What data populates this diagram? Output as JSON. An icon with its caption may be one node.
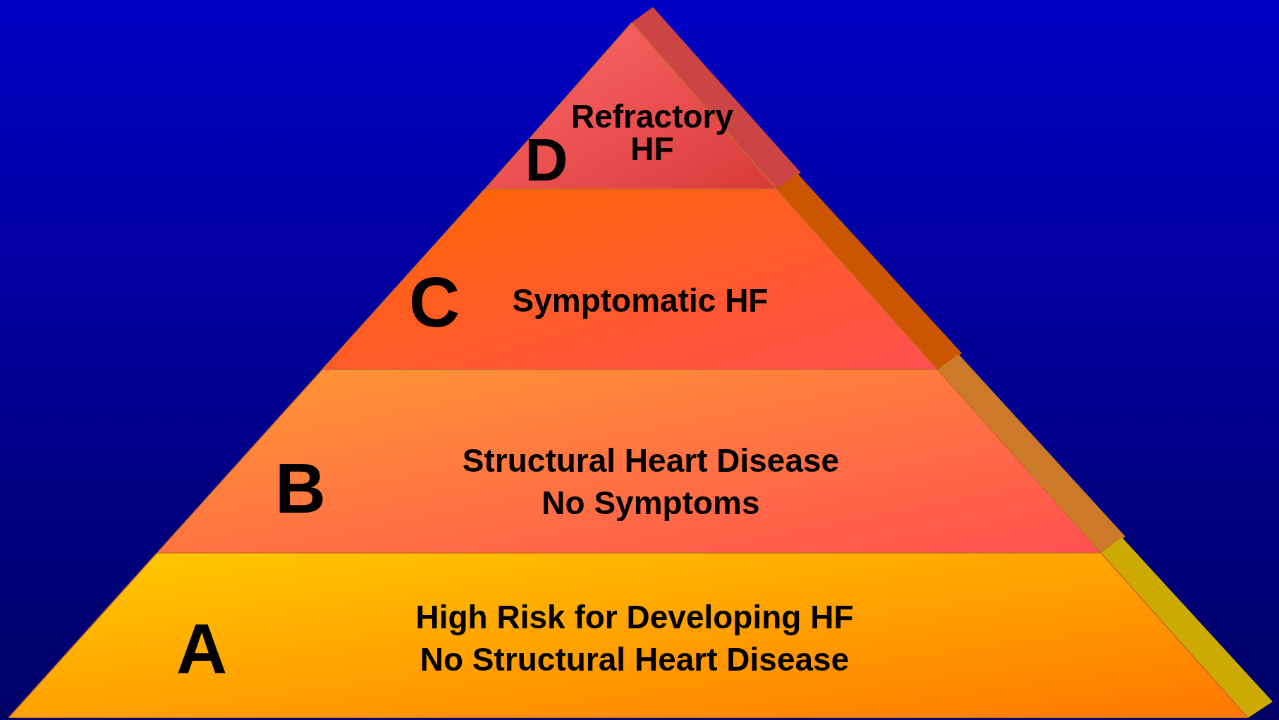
{
  "diagram": {
    "nodes": [
      {
        "text": [
          "D",
          "Refractory HF"
        ]
      },
      {
        "text": [
          "C",
          "Symptomatic HF"
        ]
      },
      {
        "text": [
          "B",
          "Structural Heart Disease No Symptoms"
        ]
      },
      {
        "text": [
          "A",
          "High Risk for Developing HF No Structural Heart Disease"
        ]
      }
    ]
  }
}
